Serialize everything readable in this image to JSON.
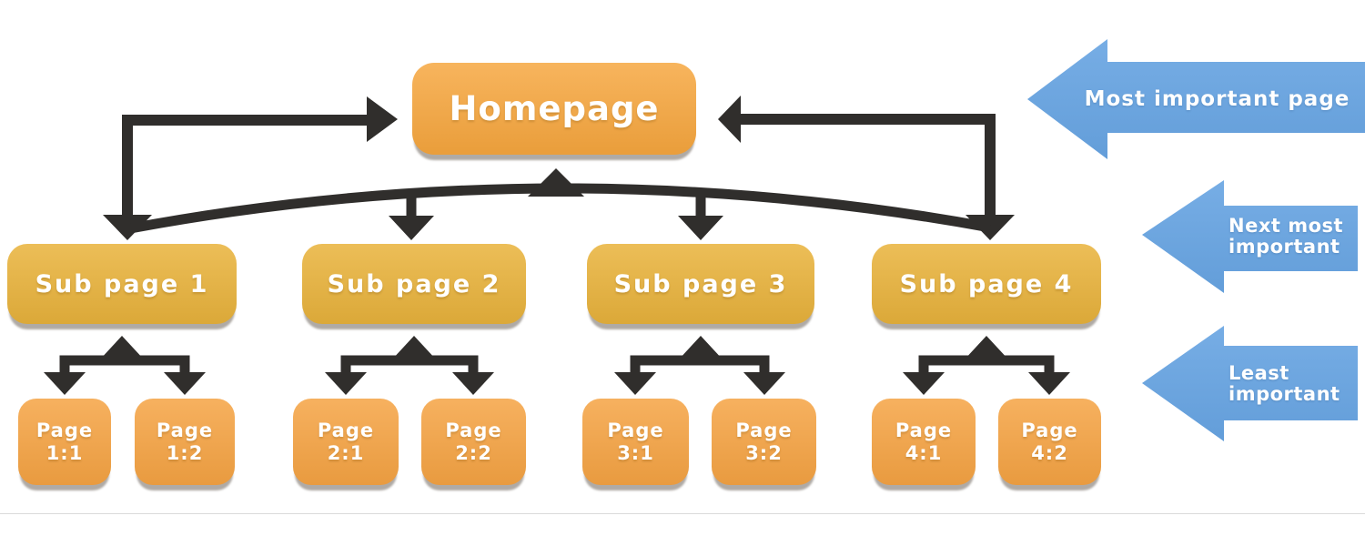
{
  "diagram": {
    "type": "website-sitemap-hierarchy",
    "homepage": {
      "label": "Homepage"
    },
    "subpages": [
      {
        "label": "Sub page 1"
      },
      {
        "label": "Sub page 2"
      },
      {
        "label": "Sub page 3"
      },
      {
        "label": "Sub page 4"
      }
    ],
    "pages": [
      {
        "title": "Page",
        "id": "1:1"
      },
      {
        "title": "Page",
        "id": "1:2"
      },
      {
        "title": "Page",
        "id": "2:1"
      },
      {
        "title": "Page",
        "id": "2:2"
      },
      {
        "title": "Page",
        "id": "3:1"
      },
      {
        "title": "Page",
        "id": "3:2"
      },
      {
        "title": "Page",
        "id": "4:1"
      },
      {
        "title": "Page",
        "id": "4:2"
      }
    ],
    "annotations": [
      {
        "lines": [
          "Most important page"
        ]
      },
      {
        "lines": [
          "Next most",
          "important"
        ]
      },
      {
        "lines": [
          "Least",
          "important"
        ]
      }
    ]
  },
  "colors": {
    "homepage_orange": "#F6A63E",
    "subpage_gold": "#E9B33C",
    "page_orange": "#F5A343",
    "connector_dark": "#302E2C",
    "annotation_blue": "#67A4E2",
    "label_text": "#FFFFFF",
    "baseline_gray": "#DADADA"
  }
}
